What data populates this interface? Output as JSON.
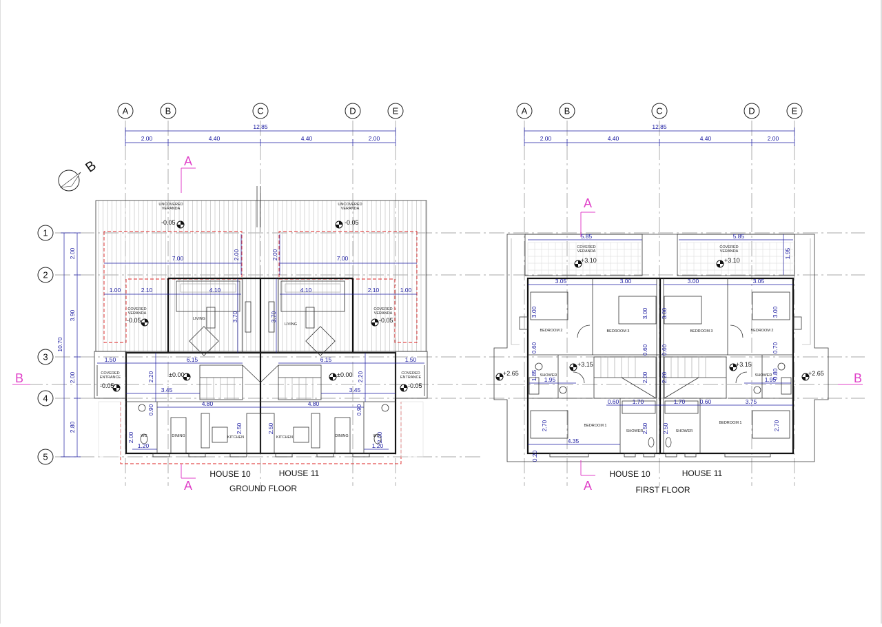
{
  "grid_columns": [
    "A",
    "B",
    "C",
    "D",
    "E"
  ],
  "grid_rows": [
    "1",
    "2",
    "3",
    "4",
    "5"
  ],
  "section_mark": "A",
  "section_side": "B",
  "north_letter": "B",
  "colors": {
    "dimension": "#1a1aa0",
    "section": "#e040c8",
    "walls": "#111111",
    "hidden": "#dd2222"
  },
  "icons": [
    "north-arrow-icon",
    "level-marker-icon"
  ],
  "ground": {
    "title": "GROUND FLOOR",
    "houses": [
      "HOUSE 10",
      "HOUSE 11"
    ],
    "overall": "12.85",
    "col_dims": [
      "2.00",
      "4.40",
      "4.40",
      "2.00"
    ],
    "row_dims": [
      "2.00",
      "3.90",
      "2.00",
      "2.80"
    ],
    "total_height": "10.70",
    "rooms": {
      "uncovered_veranda": "UNCOVERED VERANDA",
      "covered_veranda": "COVERED VERANDA",
      "living": "LIVING",
      "covered_entrance": "COVERED ENTRANCE",
      "wc": "WC",
      "dining": "DINING",
      "kitchen": "KITCHEN"
    },
    "levels": [
      "-0.05",
      "±0.00"
    ],
    "inner_dims": {
      "d700": "7.00",
      "d200": "2.00",
      "d100": "1.00",
      "d210": "2.10",
      "d410": "4.10",
      "d370": "3.70",
      "d615": "6.15",
      "d150": "1.50",
      "d220": "2.20",
      "d345": "3.45",
      "d480": "4.80",
      "d090": "0.90",
      "d250": "2.50",
      "d120": "1.20"
    }
  },
  "first": {
    "title": "FIRST FLOOR",
    "houses": [
      "HOUSE 10",
      "HOUSE 11"
    ],
    "overall": "12.85",
    "col_dims": [
      "2.00",
      "4.40",
      "4.40",
      "2.00"
    ],
    "rooms": {
      "covered_veranda": "COVERED VERANDA",
      "bedroom1": "BEDROOM 1",
      "bedroom2": "BEDROOM 2",
      "bedroom3": "BEDROOM 3",
      "shower": "SHOWER"
    },
    "levels": [
      "+3.10",
      "+3.15",
      "+2.65"
    ],
    "inner_dims": {
      "d585": "5.85",
      "d195": "1.95",
      "d305": "3.05",
      "d300": "3.00",
      "d060": "0.60",
      "d070": "0.70",
      "d080": "0.80",
      "d270": "2.70",
      "d435": "4.35",
      "d020": "0.20",
      "d170": "1.70",
      "d375": "3.75",
      "d250": "2.50",
      "d200": "2.00",
      "d220": "2.20",
      "d185": "1.85"
    }
  }
}
